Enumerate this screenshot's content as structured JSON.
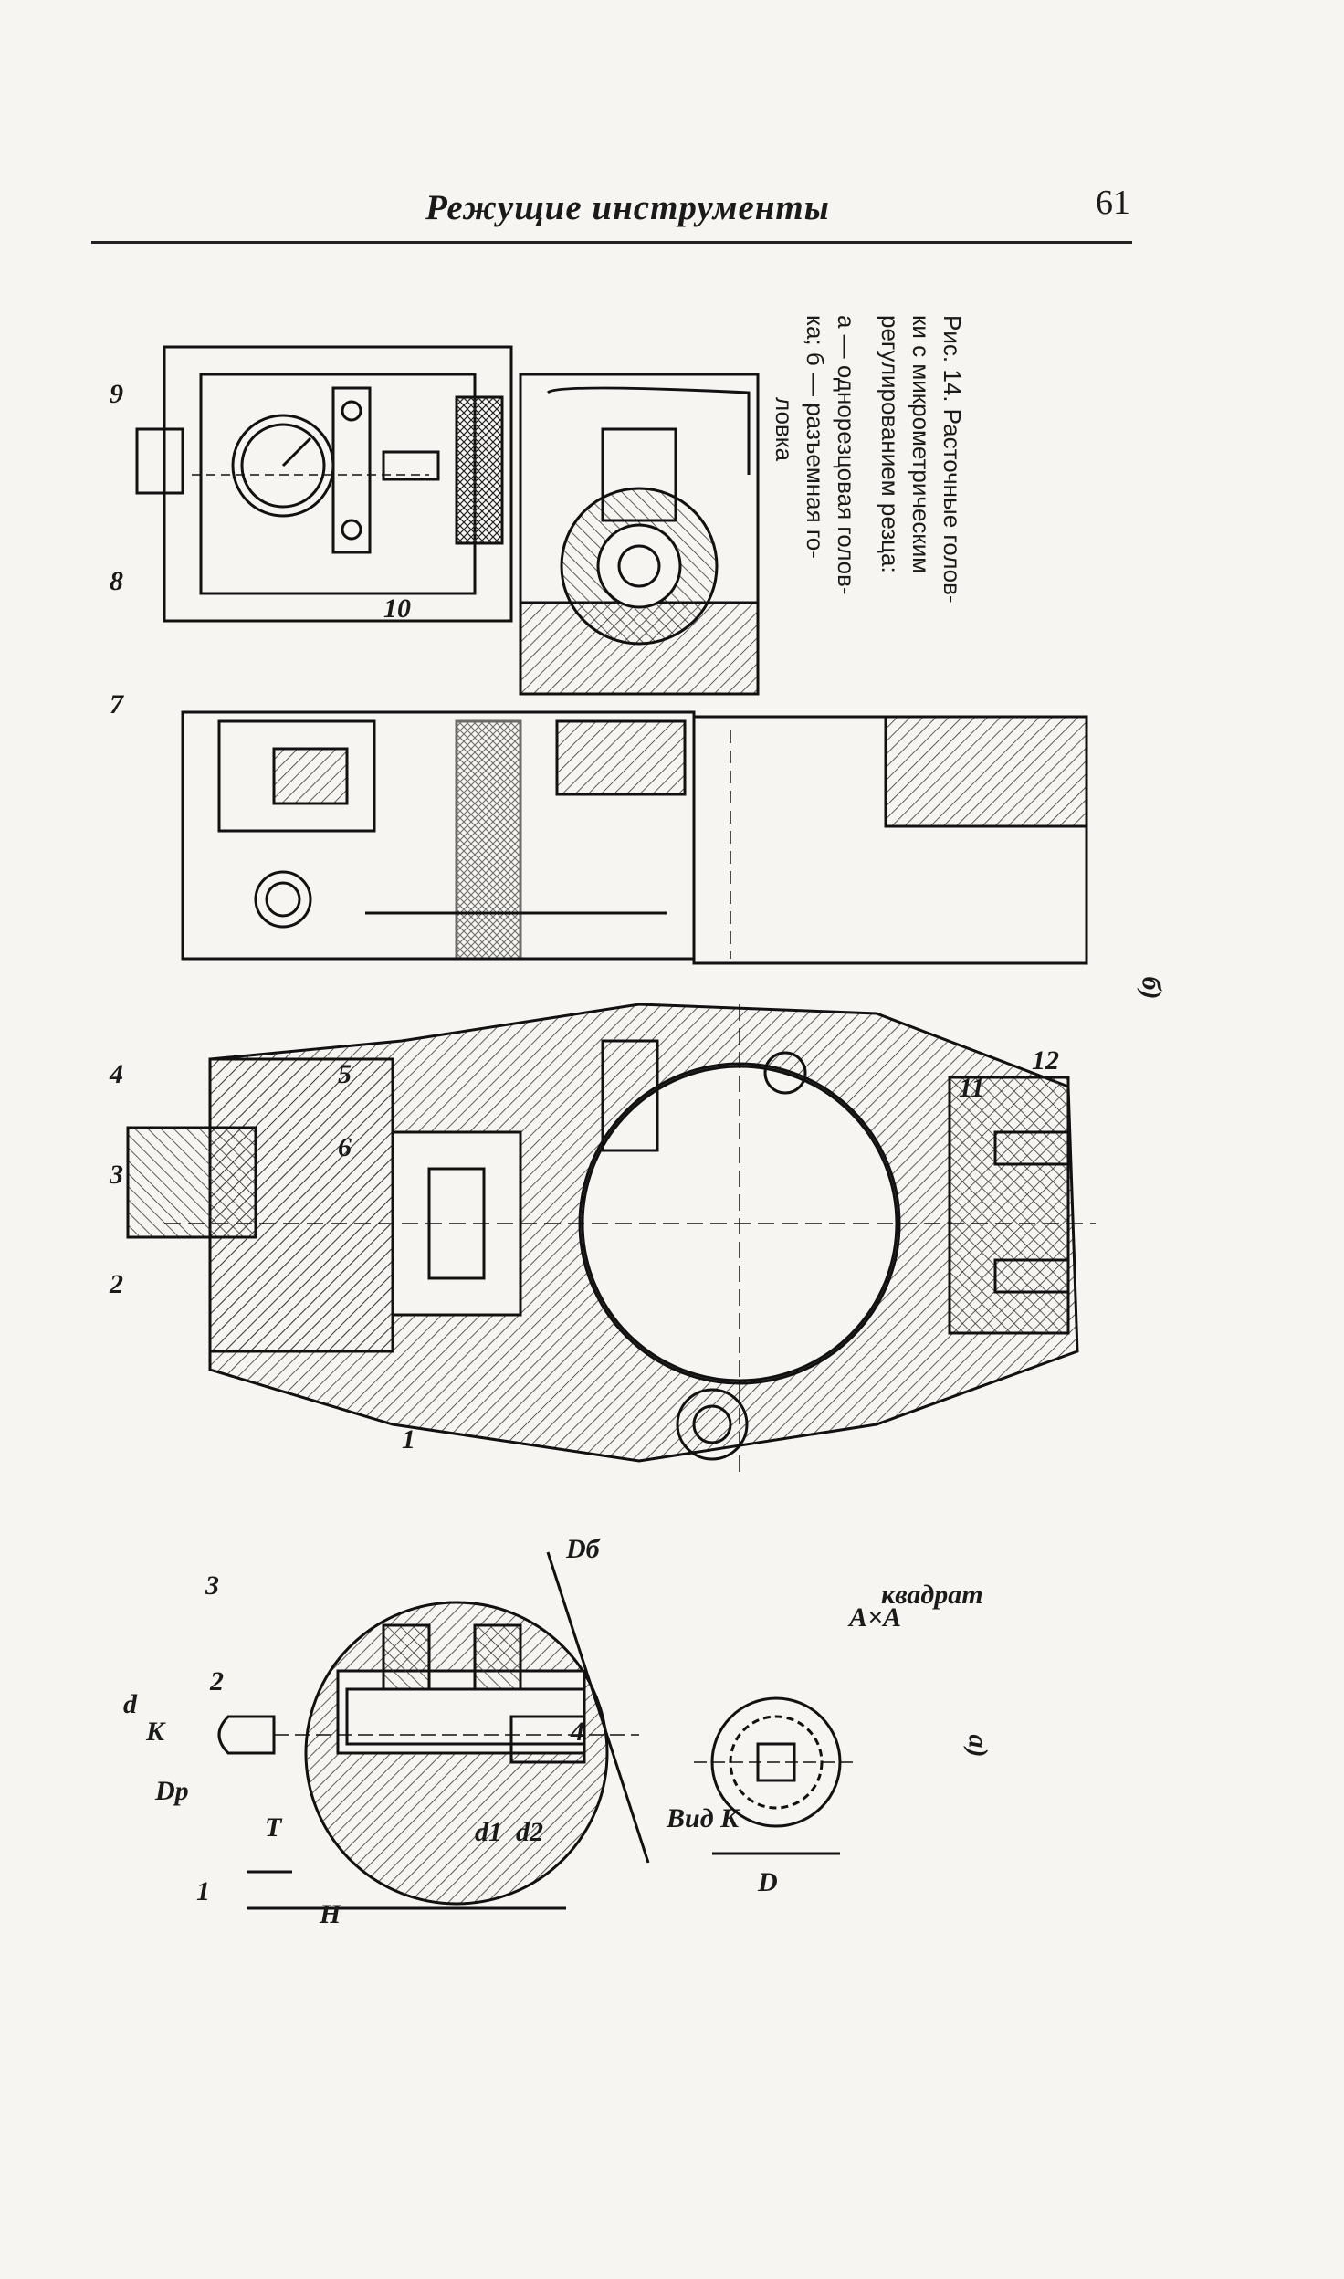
{
  "header": {
    "title": "Режущие инструменты",
    "page_number": "61"
  },
  "caption": {
    "line1": "Рис. 14. Расточные голов-",
    "line2": "ки с микрометрическим",
    "line3": "регулированием резца:",
    "line4": "а — однорезцовая голов-",
    "line5": "ка; б — разъемная го-",
    "line6": "ловка"
  },
  "figure_a": {
    "panel_label": "а)",
    "labels": {
      "d": "d",
      "K": "K",
      "Dp": "Dp",
      "T": "T",
      "H": "H",
      "d1": "d1",
      "d2": "d2",
      "Db": "Dб",
      "n1": "1",
      "n2": "2",
      "n3": "3",
      "n4": "4"
    },
    "view_label": "Вид K",
    "D_label": "D",
    "axa_label": "A×A",
    "kvadrat_label": "квадрат"
  },
  "figure_b": {
    "panel_label": "б)",
    "labels": {
      "n1": "1",
      "n2": "2",
      "n3": "3",
      "n4": "4",
      "n5": "5",
      "n6": "6",
      "n7": "7",
      "n8": "8",
      "n9": "9",
      "n10": "10",
      "n11": "11",
      "n12": "12"
    }
  }
}
